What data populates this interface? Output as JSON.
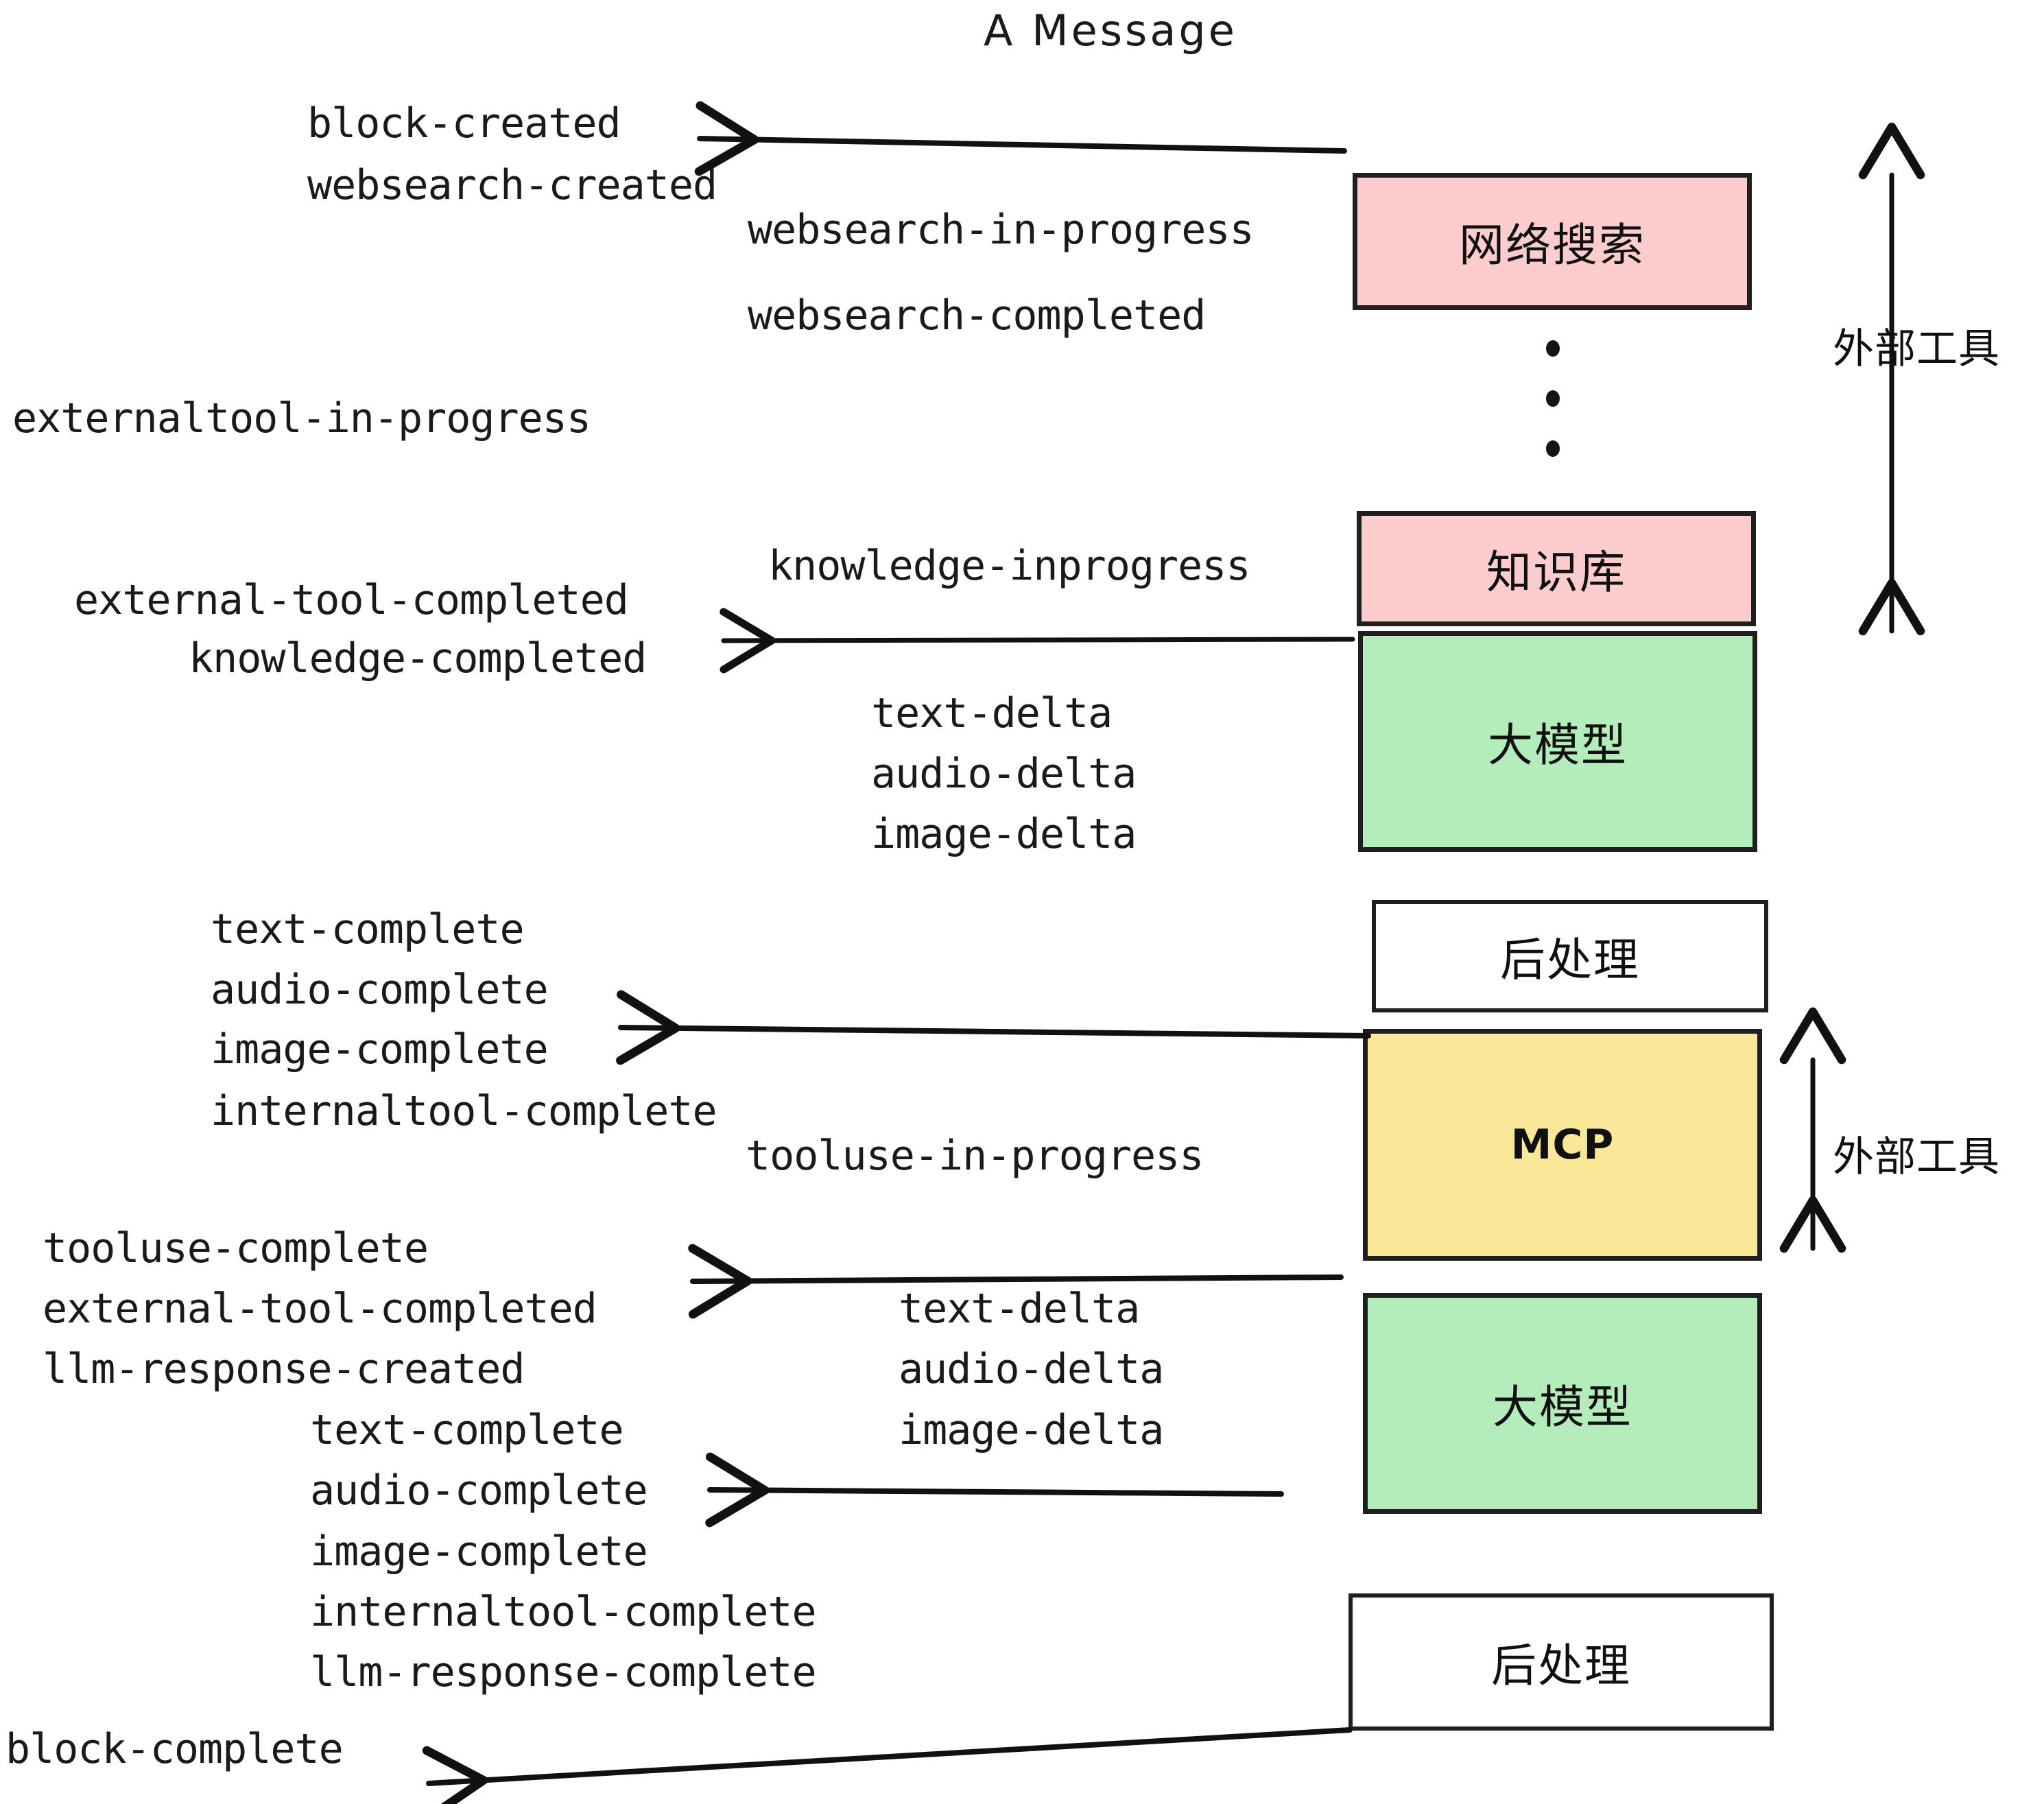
{
  "title": "A Message",
  "colors": {
    "pink": "#fdcdcd",
    "green": "#b4edbb",
    "yellow": "#fae797",
    "white": "#ffffff",
    "stroke": "#1f1f1f",
    "text": "#101010"
  },
  "boxes": [
    {
      "id": "web-search",
      "label": "网络搜索",
      "fill": "#fdcdcd"
    },
    {
      "id": "knowledge-base",
      "label": "知识库",
      "fill": "#fdcdcd"
    },
    {
      "id": "llm-1",
      "label": "大模型",
      "fill": "#b4edbb"
    },
    {
      "id": "postprocess-1",
      "label": "后处理",
      "fill": "#ffffff"
    },
    {
      "id": "mcp",
      "label": "MCP",
      "fill": "#fae797"
    },
    {
      "id": "llm-2",
      "label": "大模型",
      "fill": "#b4edbb"
    },
    {
      "id": "postprocess-2",
      "label": "后处理",
      "fill": "#ffffff"
    }
  ],
  "side_labels": [
    {
      "id": "external-tools-top",
      "label": "外部工具"
    },
    {
      "id": "external-tools-bottom",
      "label": "外部工具"
    }
  ],
  "events": {
    "block_created": "block-created",
    "websearch_created": "websearch-created",
    "websearch_in_progress": "websearch-in-progress",
    "websearch_completed": "websearch-completed",
    "externaltool_in_progress": "externaltool-in-progress",
    "knowledge_inprogress": "knowledge-inprogress",
    "external_tool_completed_1": "external-tool-completed",
    "knowledge_completed": "knowledge-completed",
    "text_delta_1": "text-delta",
    "audio_delta_1": "audio-delta",
    "image_delta_1": "image-delta",
    "text_complete_1": "text-complete",
    "audio_complete_1": "audio-complete",
    "image_complete_1": "image-complete",
    "internaltool_complete_1": "internaltool-complete",
    "tooluse_in_progress": "tooluse-in-progress",
    "tooluse_complete": "tooluse-complete",
    "external_tool_completed_2": "external-tool-completed",
    "llm_response_created": "llm-response-created",
    "text_delta_2": "text-delta",
    "audio_delta_2": "audio-delta",
    "image_delta_2": "image-delta",
    "text_complete_2": "text-complete",
    "audio_complete_2": "audio-complete",
    "image_complete_2": "image-complete",
    "internaltool_complete_2": "internaltool-complete",
    "llm_response_complete": "llm-response-complete",
    "block_complete": "block-complete"
  }
}
